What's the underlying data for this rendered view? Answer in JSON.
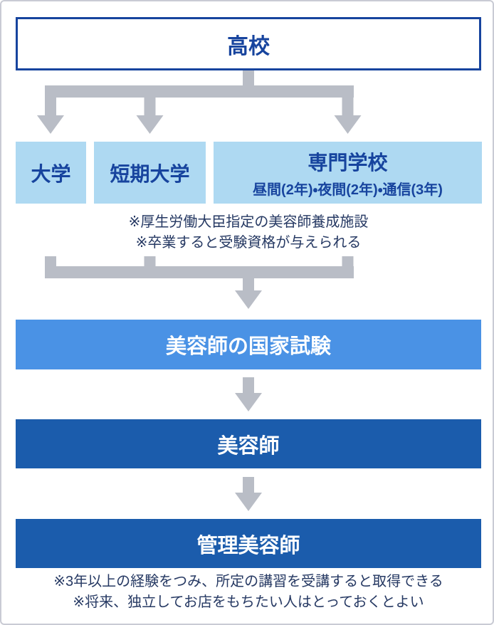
{
  "colors": {
    "navy": "#17449E",
    "note-text": "#263963",
    "light-blue": "#AED9F2",
    "medium-blue": "#4A92E5",
    "dark-blue": "#1B5CAC",
    "arrow-gray": "#B9BDC6",
    "frame-border": "#C9CBD4"
  },
  "flow": {
    "high_school": {
      "label": "高校"
    },
    "paths": [
      {
        "label": "大学"
      },
      {
        "label": "短期大学"
      },
      {
        "label": "専門学校",
        "sublabel": "昼間(2年)・夜間(2年)・通信(3年)"
      }
    ],
    "path_notes": [
      "※厚生労働大臣指定の美容師養成施設",
      "※卒業すると受験資格が与えられる"
    ],
    "exam": {
      "label": "美容師の国家試験"
    },
    "beautician": {
      "label": "美容師"
    },
    "manager": {
      "label": "管理美容師"
    },
    "manager_notes": [
      "※3年以上の経験をつみ、所定の講習を受講すると取得できる",
      "※将来、独立してお店をもちたい人はとっておくとよい"
    ]
  }
}
